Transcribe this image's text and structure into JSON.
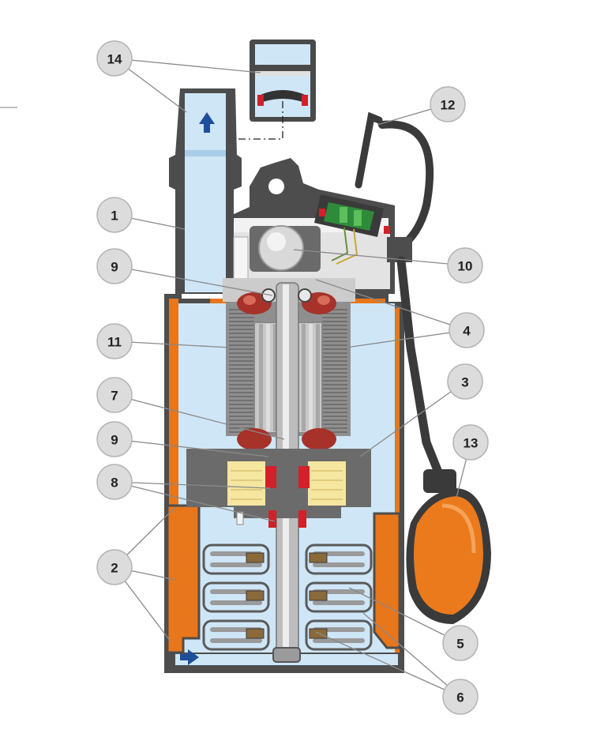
{
  "diagram": {
    "callouts": [
      {
        "id": "c14",
        "label": "14"
      },
      {
        "id": "c12",
        "label": "12"
      },
      {
        "id": "c1",
        "label": "1"
      },
      {
        "id": "c10",
        "label": "10"
      },
      {
        "id": "c9a",
        "label": "9"
      },
      {
        "id": "c4",
        "label": "4"
      },
      {
        "id": "c11",
        "label": "11"
      },
      {
        "id": "c3",
        "label": "3"
      },
      {
        "id": "c7",
        "label": "7"
      },
      {
        "id": "c9b",
        "label": "9"
      },
      {
        "id": "c13",
        "label": "13"
      },
      {
        "id": "c8",
        "label": "8"
      },
      {
        "id": "c2",
        "label": "2"
      },
      {
        "id": "c5",
        "label": "5"
      },
      {
        "id": "c6",
        "label": "6"
      }
    ],
    "colors": {
      "water": "#cfe6f7",
      "water_dark": "#a9cde8",
      "casing_orange": "#e8761a",
      "casing_dark": "#555555",
      "motor_body": "#e6e6e6",
      "oil": "#f5e6a0",
      "cable": "#3a3a3a",
      "float": "#ea7a1c",
      "arrow": "#1f4e9a",
      "seal_red": "#d3202a",
      "board_green": "#2e8b3a"
    }
  }
}
